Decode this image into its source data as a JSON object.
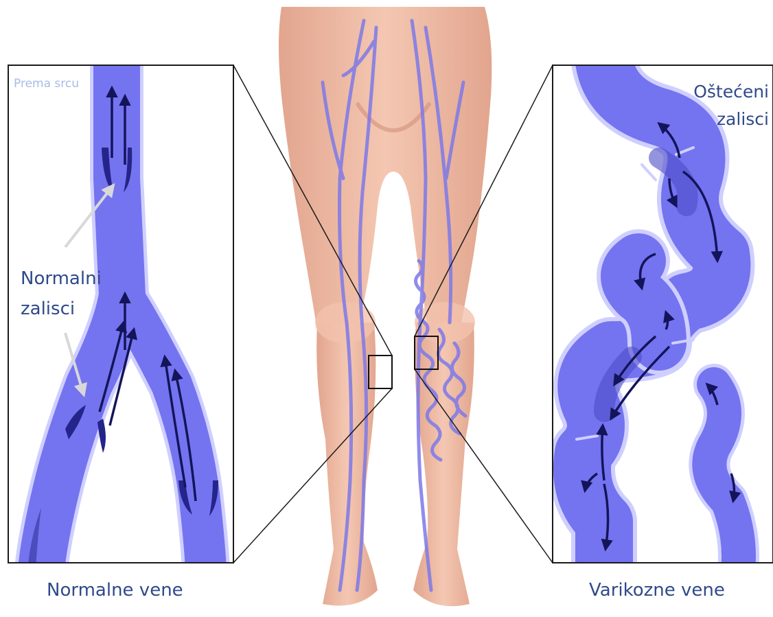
{
  "colors": {
    "vein_fill": "#7474f0",
    "vein_outline": "#c9c9ff",
    "vein_dark": "#2a2a86",
    "arrow": "#14145a",
    "label_text": "#2f4a8a",
    "label_light": "#a7bce6",
    "skin": "#ecb7a0",
    "frame": "#1a1a1a"
  },
  "left_panel": {
    "corner_label": "Prema srcu",
    "valve_label_line1": "Normalni",
    "valve_label_line2": "zalisci",
    "caption": "Normalne vene"
  },
  "right_panel": {
    "valve_label_line1": "Oštećeni",
    "valve_label_line2": "zalisci",
    "caption": "Varikozne vene"
  },
  "illustration": {
    "subject": "legs-front-view",
    "left_leg_veins": "straight",
    "right_leg_veins": "varicose"
  }
}
